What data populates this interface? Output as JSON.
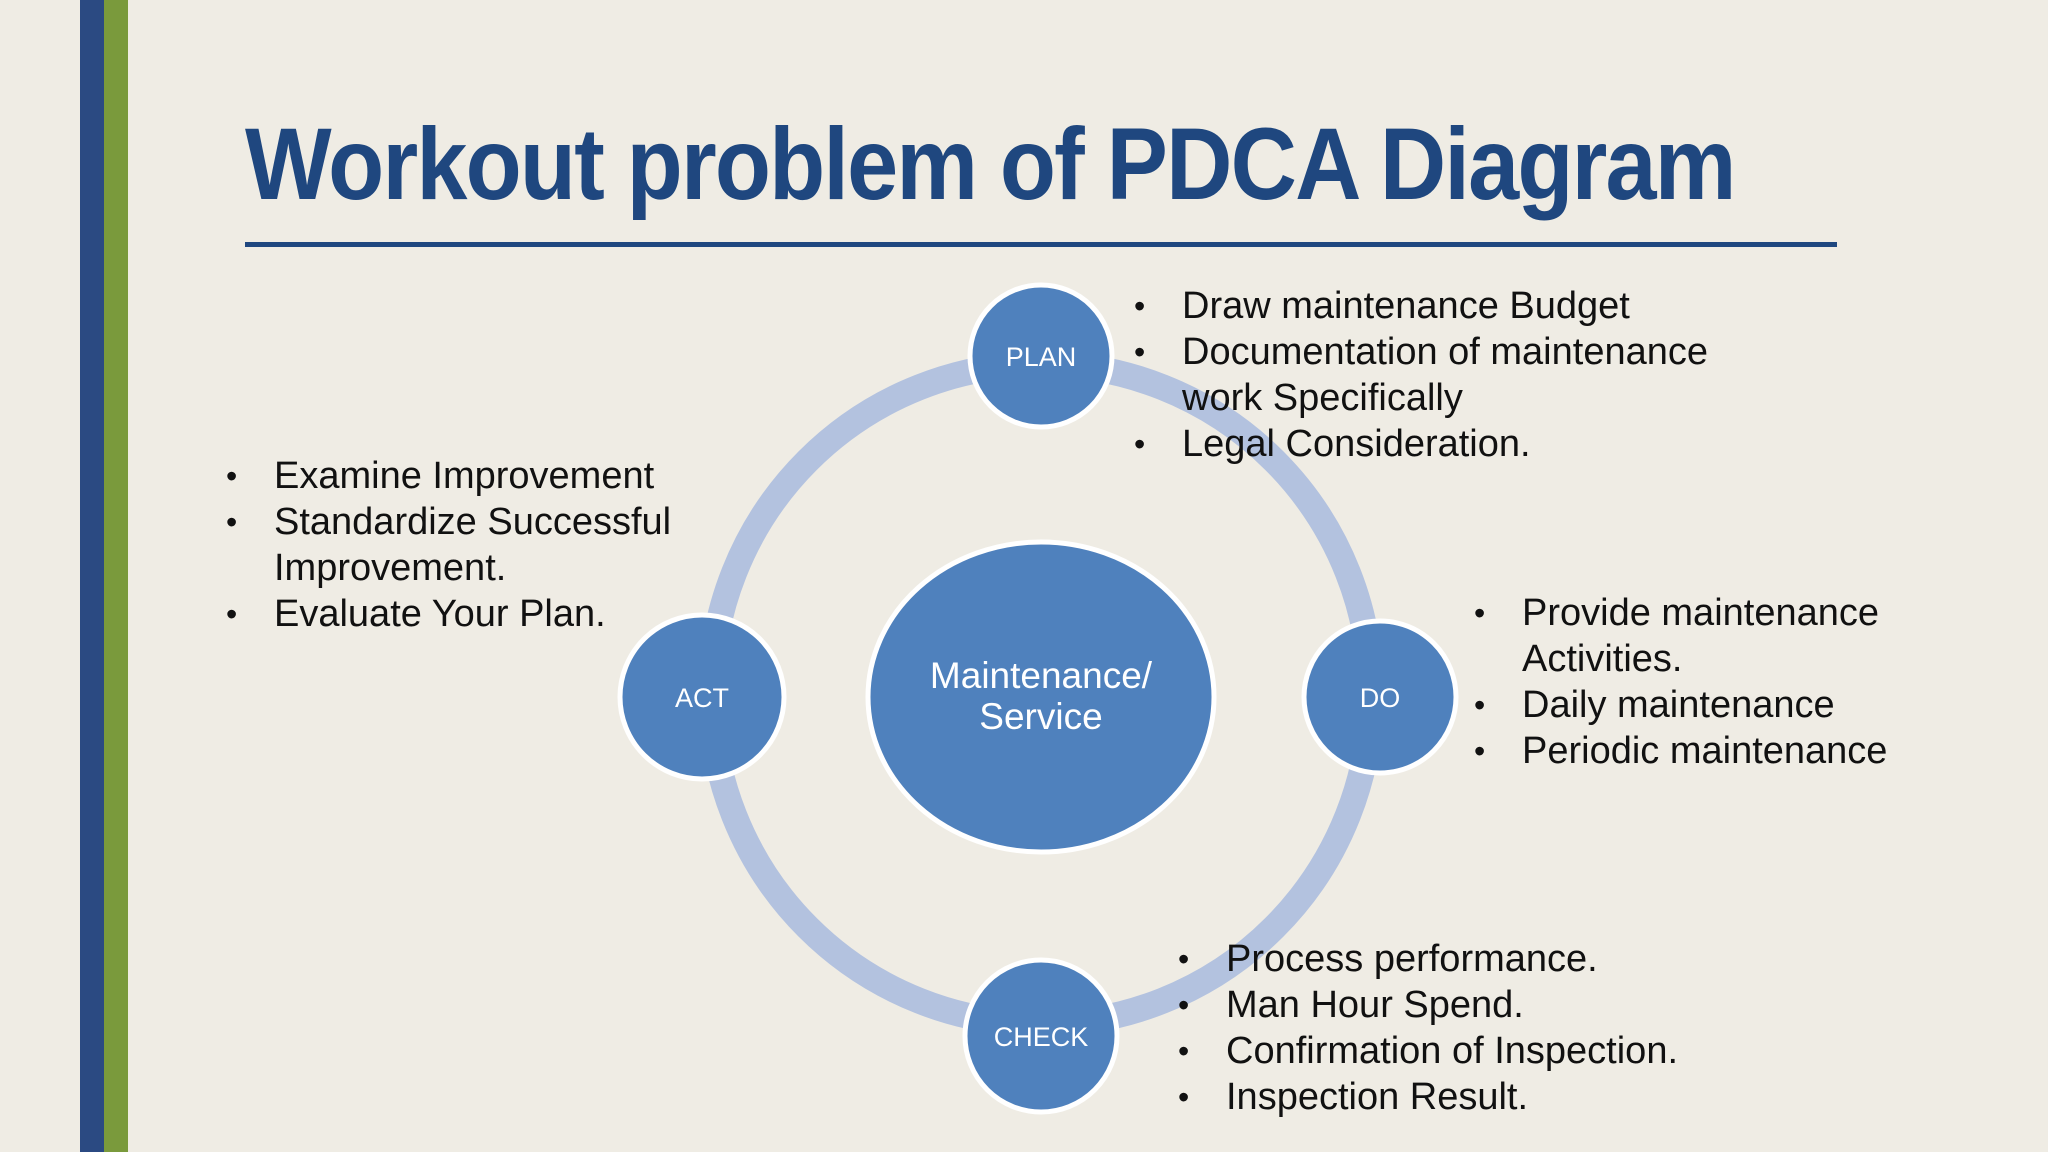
{
  "slide": {
    "title": "Workout problem of PDCA Diagram",
    "colors": {
      "title": "#1f477f",
      "node_fill": "#4f81bd",
      "ring": "#b3c2df",
      "accent_green": "#7a9a3c",
      "accent_blue": "#2b4a82"
    }
  },
  "diagram": {
    "center": {
      "line1": "Maintenance/",
      "line2": "Service"
    },
    "nodes": {
      "plan": "PLAN",
      "do": "DO",
      "check": "CHECK",
      "act": "ACT"
    }
  },
  "lists": {
    "plan": [
      {
        "text": "Draw maintenance Budget"
      },
      {
        "text": "Documentation of maintenance work Specifically"
      },
      {
        "text": "Legal Consideration."
      }
    ],
    "do": [
      {
        "text": "Provide maintenance Activities."
      },
      {
        "text": "Daily maintenance"
      },
      {
        "text": "Periodic maintenance"
      }
    ],
    "check": [
      {
        "text": "Process performance."
      },
      {
        "text": "Man Hour Spend."
      },
      {
        "text": "Confirmation of Inspection."
      },
      {
        "text": "Inspection Result."
      }
    ],
    "act": [
      {
        "text": "Examine Improvement"
      },
      {
        "text": "Standardize Successful Improvement."
      },
      {
        "text": "Evaluate Your Plan."
      }
    ]
  }
}
